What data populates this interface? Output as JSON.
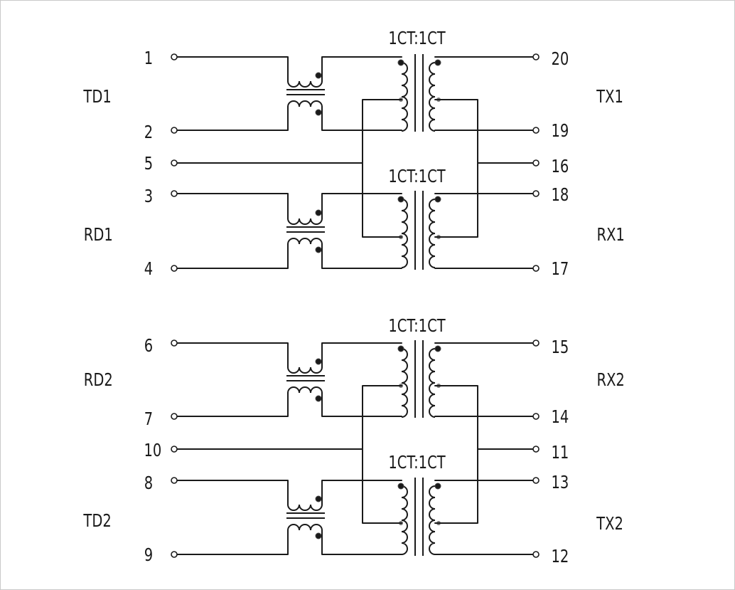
{
  "ratios": {
    "t1": "1CT:1CT",
    "t2": "1CT:1CT",
    "t3": "1CT:1CT",
    "t4": "1CT:1CT"
  },
  "left_signals": {
    "td1": "TD1",
    "rd1": "RD1",
    "rd2": "RD2",
    "td2": "TD2"
  },
  "right_signals": {
    "tx1": "TX1",
    "rx1": "RX1",
    "rx2": "RX2",
    "tx2": "TX2"
  },
  "left_pins": {
    "p1": "1",
    "p2": "2",
    "p5": "5",
    "p3": "3",
    "p4": "4",
    "p6": "6",
    "p7": "7",
    "p10": "10",
    "p8": "8",
    "p9": "9"
  },
  "right_pins": {
    "p20": "20",
    "p19": "19",
    "p16": "16",
    "p18": "18",
    "p17": "17",
    "p15": "15",
    "p14": "14",
    "p11": "11",
    "p13": "13",
    "p12": "12"
  }
}
